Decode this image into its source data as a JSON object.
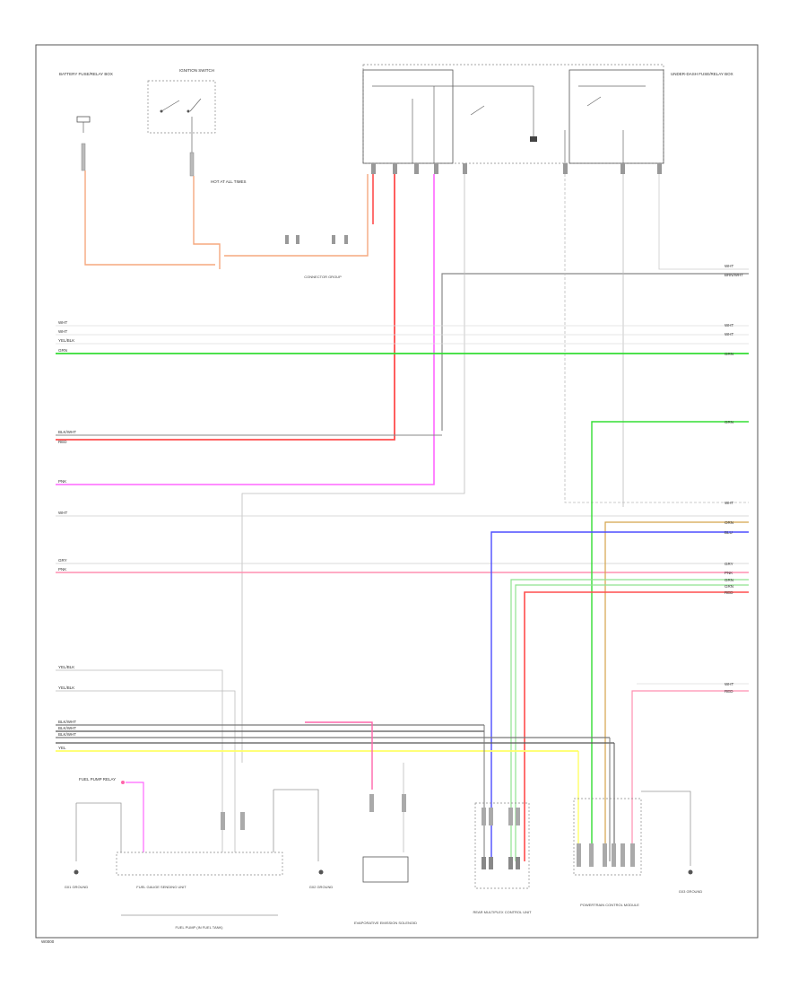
{
  "diagram": {
    "footer_id": "W0000",
    "colors": {
      "orange": "#f5a97f",
      "red": "#ff4d4d",
      "pink": "#ff8fb0",
      "magenta": "#ff66ff",
      "green": "#33dd33",
      "lightgreen": "#8fe28f",
      "blue": "#4d4dff",
      "gold": "#d4a34a",
      "yellow": "#ffff66",
      "gray": "#9a9a9a",
      "darkgray": "#555555",
      "black": "#222222",
      "frame": "#555555"
    },
    "labels": {
      "tl_component": "BATTERY FUSE/RELAY BOX",
      "ign_switch": "IGNITION SWITCH",
      "fusebox_top": "UNDER-DASH FUSE/RELAY BOX",
      "splice_note": "HOT AT ALL TIMES",
      "connector_group": "CONNECTOR GROUP",
      "gnd_left": "G01 GROUND",
      "fuel_pump_relay": "FUEL PUMP RELAY",
      "fuel_gauge": "FUEL GAUGE SENDING UNIT",
      "fuel_pump_assy": "FUEL PUMP (IN FUEL TANK)",
      "gnd_mid": "G02 GROUND",
      "evap_module": "EVAPORATIVE EMISSION SOLENOID",
      "rear_module": "REAR MULTIPLEX CONTROL UNIT",
      "lower_module": "POWERTRAIN CONTROL MODULE",
      "gnd_right": "G03 GROUND"
    },
    "wires_left": [
      {
        "code": "WHT"
      },
      {
        "code": "WHT"
      },
      {
        "code": "YEL/BLK"
      },
      {
        "code": "GRN"
      },
      {
        "code": "BLK/WHT"
      },
      {
        "code": "RED"
      },
      {
        "code": "PNK"
      },
      {
        "code": "WHT"
      },
      {
        "code": "GRY"
      },
      {
        "code": "PNK"
      },
      {
        "code": "YEL/BLK"
      },
      {
        "code": "YEL/BLK"
      },
      {
        "code": "BLK/WHT"
      },
      {
        "code": "BLK/WHT"
      },
      {
        "code": "BLK/WHT"
      },
      {
        "code": "YEL"
      }
    ],
    "wires_right": [
      {
        "code": "WHT"
      },
      {
        "code": "BRN/WHT"
      },
      {
        "code": "WHT"
      },
      {
        "code": "WHT"
      },
      {
        "code": "GRN"
      },
      {
        "code": "GRN"
      },
      {
        "code": "WHT"
      },
      {
        "code": "ORN"
      },
      {
        "code": "BLU"
      },
      {
        "code": "GRY"
      },
      {
        "code": "PNK"
      },
      {
        "code": "GRN"
      },
      {
        "code": "GRN"
      },
      {
        "code": "RED"
      },
      {
        "code": "WHT"
      },
      {
        "code": "RED"
      }
    ]
  }
}
